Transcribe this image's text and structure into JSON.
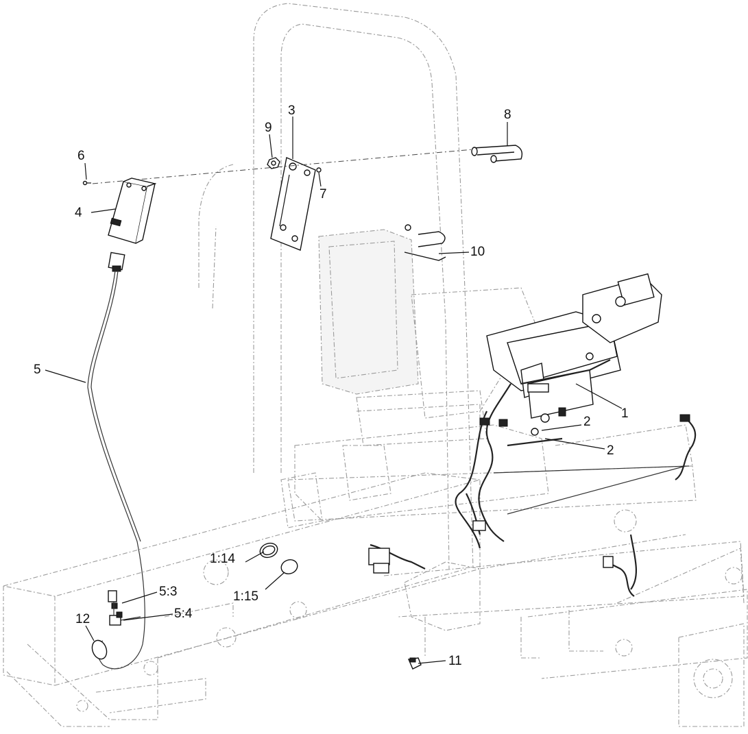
{
  "callouts": [
    {
      "id": "c1",
      "text": "1"
    },
    {
      "id": "c2a",
      "text": "2"
    },
    {
      "id": "c2b",
      "text": "2"
    },
    {
      "id": "c3",
      "text": "3"
    },
    {
      "id": "c4",
      "text": "4"
    },
    {
      "id": "c5",
      "text": "5"
    },
    {
      "id": "c6",
      "text": "6"
    },
    {
      "id": "c7",
      "text": "7"
    },
    {
      "id": "c8",
      "text": "8"
    },
    {
      "id": "c9",
      "text": "9"
    },
    {
      "id": "c10",
      "text": "10"
    },
    {
      "id": "c11",
      "text": "11"
    },
    {
      "id": "c12",
      "text": "12"
    },
    {
      "id": "c53",
      "text": "5:3"
    },
    {
      "id": "c54",
      "text": "5:4"
    },
    {
      "id": "c114",
      "text": "1:14"
    },
    {
      "id": "c115",
      "text": "1:15"
    }
  ]
}
